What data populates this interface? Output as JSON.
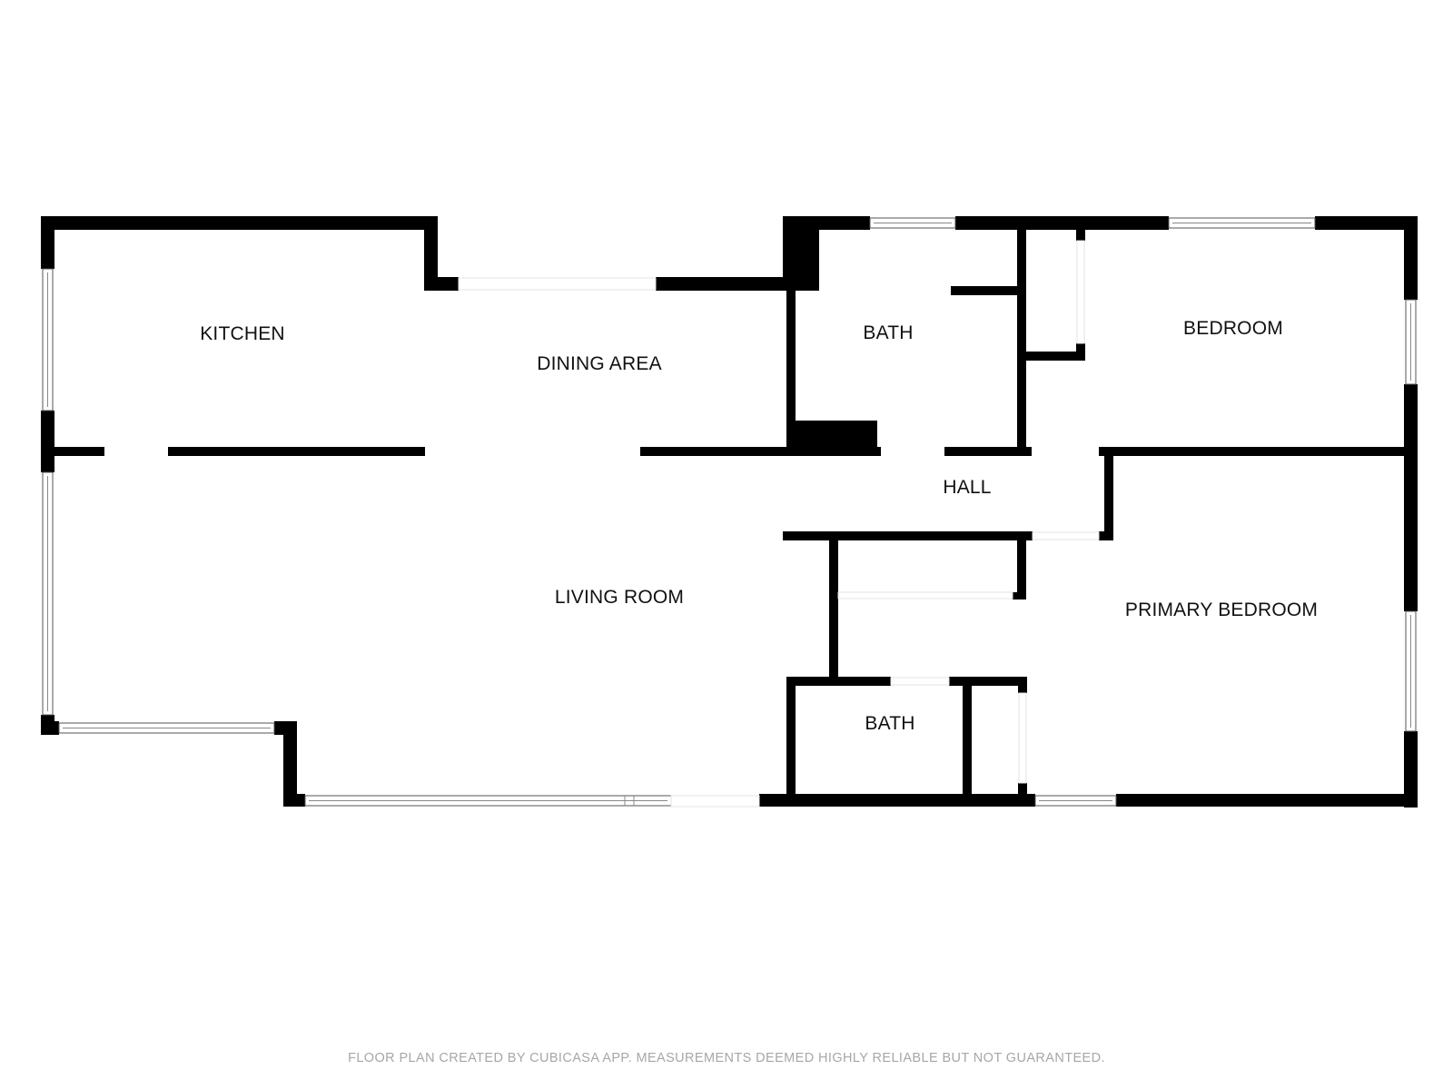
{
  "rooms": {
    "kitchen": "KITCHEN",
    "dining_area": "DINING AREA",
    "bath_upper": "BATH",
    "bedroom": "BEDROOM",
    "hall": "HALL",
    "living_room": "LIVING ROOM",
    "primary_bedroom": "PRIMARY BEDROOM",
    "bath_lower": "BATH"
  },
  "footer": "FLOOR PLAN CREATED BY CUBICASA APP. MEASUREMENTS DEEMED HIGHLY RELIABLE BUT NOT GUARANTEED.",
  "colors": {
    "wall": "#000000",
    "background": "#ffffff",
    "footer_text": "#a7a7a7"
  }
}
